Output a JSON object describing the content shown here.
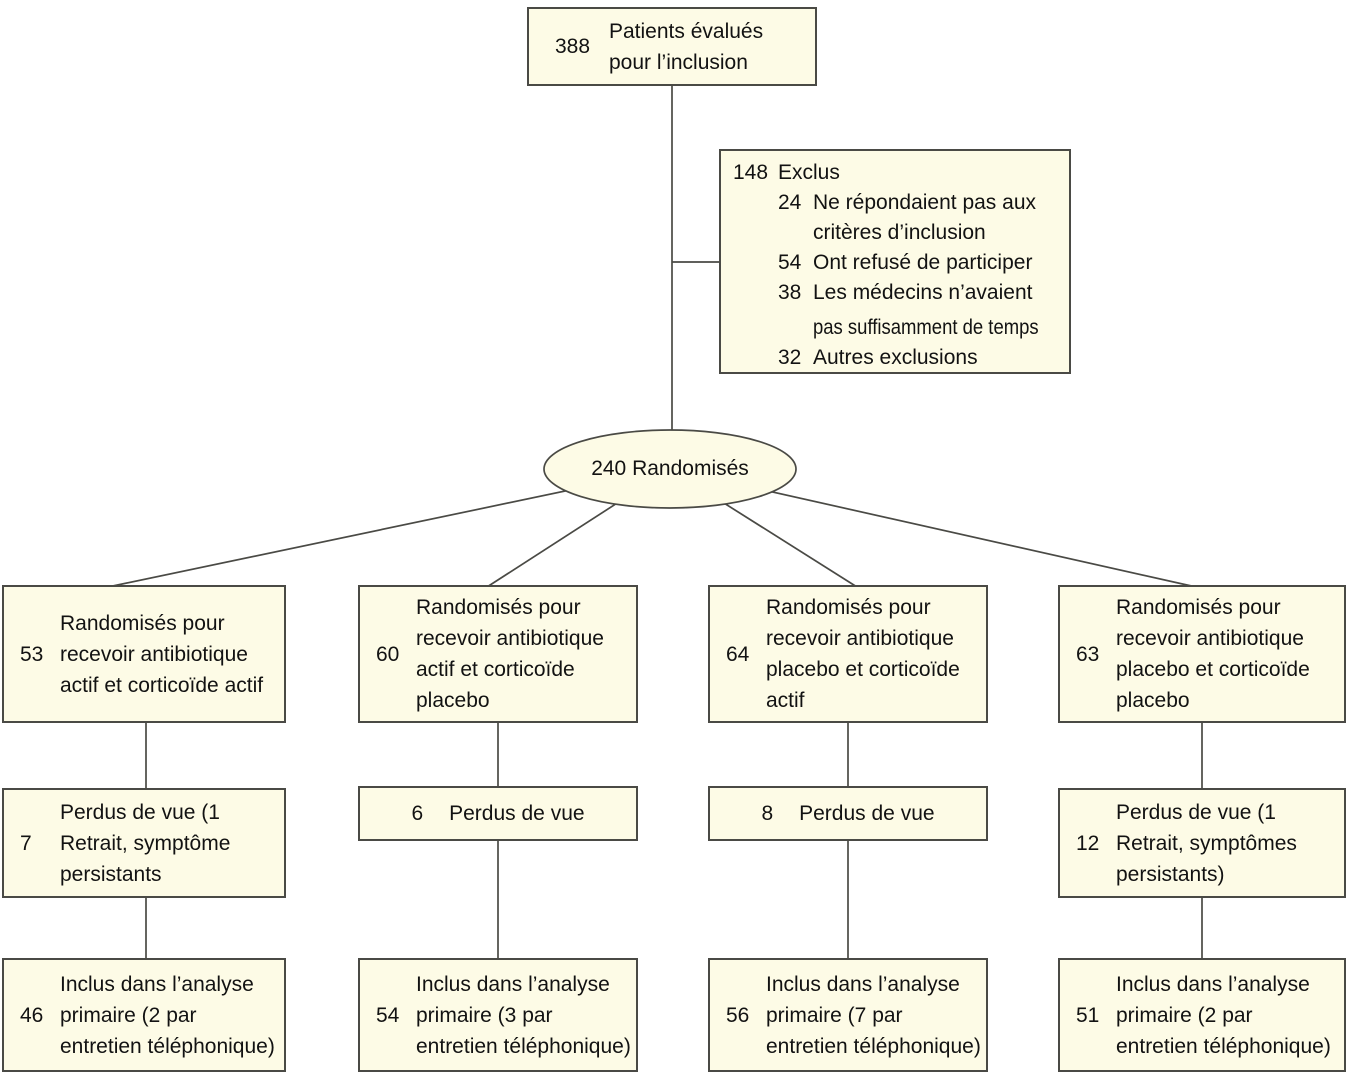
{
  "colors": {
    "box_fill": "#FDFBE6",
    "box_border": "#4a4a45",
    "line": "#4a4a45",
    "text": "#121212"
  },
  "assessed": {
    "num": "388",
    "text": "Patients évalués\npour l’inclusion"
  },
  "excluded": {
    "num": "148",
    "label": "Exclus",
    "items": [
      {
        "num": "24",
        "text": "Ne répondaient pas aux\ncritères d’inclusion"
      },
      {
        "num": "54",
        "text": "Ont refusé de participer"
      },
      {
        "num": "38",
        "line1": "Les médecins n’avaient",
        "line2": "pas suffisamment de temps"
      },
      {
        "num": "32",
        "text": "Autres exclusions"
      }
    ]
  },
  "randomized": {
    "label": "240 Randomisés"
  },
  "arms": [
    {
      "num": "53",
      "text": "Randomisés pour\nrecevoir antibiotique\nactif et corticoïde actif"
    },
    {
      "num": "60",
      "text": "Randomisés pour\nrecevoir antibiotique\nactif et corticoïde\nplacebo"
    },
    {
      "num": "64",
      "text": "Randomisés pour\nrecevoir antibiotique\nplacebo et corticoïde\nactif"
    },
    {
      "num": "63",
      "text": "Randomisés pour\nrecevoir antibiotique\nplacebo et corticoïde\nplacebo"
    }
  ],
  "lost": [
    {
      "num": "7",
      "text": "Perdus de vue (1\nRetrait, symptôme\npersistants"
    },
    {
      "num": "6",
      "text": "Perdus de vue"
    },
    {
      "num": "8",
      "text": "Perdus de vue"
    },
    {
      "num": "12",
      "text": "Perdus de vue (1\nRetrait, symptômes\npersistants)"
    }
  ],
  "analyzed": [
    {
      "num": "46",
      "text": "Inclus dans l’analyse\nprimaire (2 par\nentretien téléphonique)"
    },
    {
      "num": "54",
      "text": "Inclus dans l’analyse\nprimaire (3 par\nentretien téléphonique)"
    },
    {
      "num": "56",
      "text": "Inclus dans l’analyse\nprimaire (7 par\nentretien téléphonique)"
    },
    {
      "num": "51",
      "text": "Inclus dans l’analyse\nprimaire (2 par\nentretien téléphonique)"
    }
  ]
}
